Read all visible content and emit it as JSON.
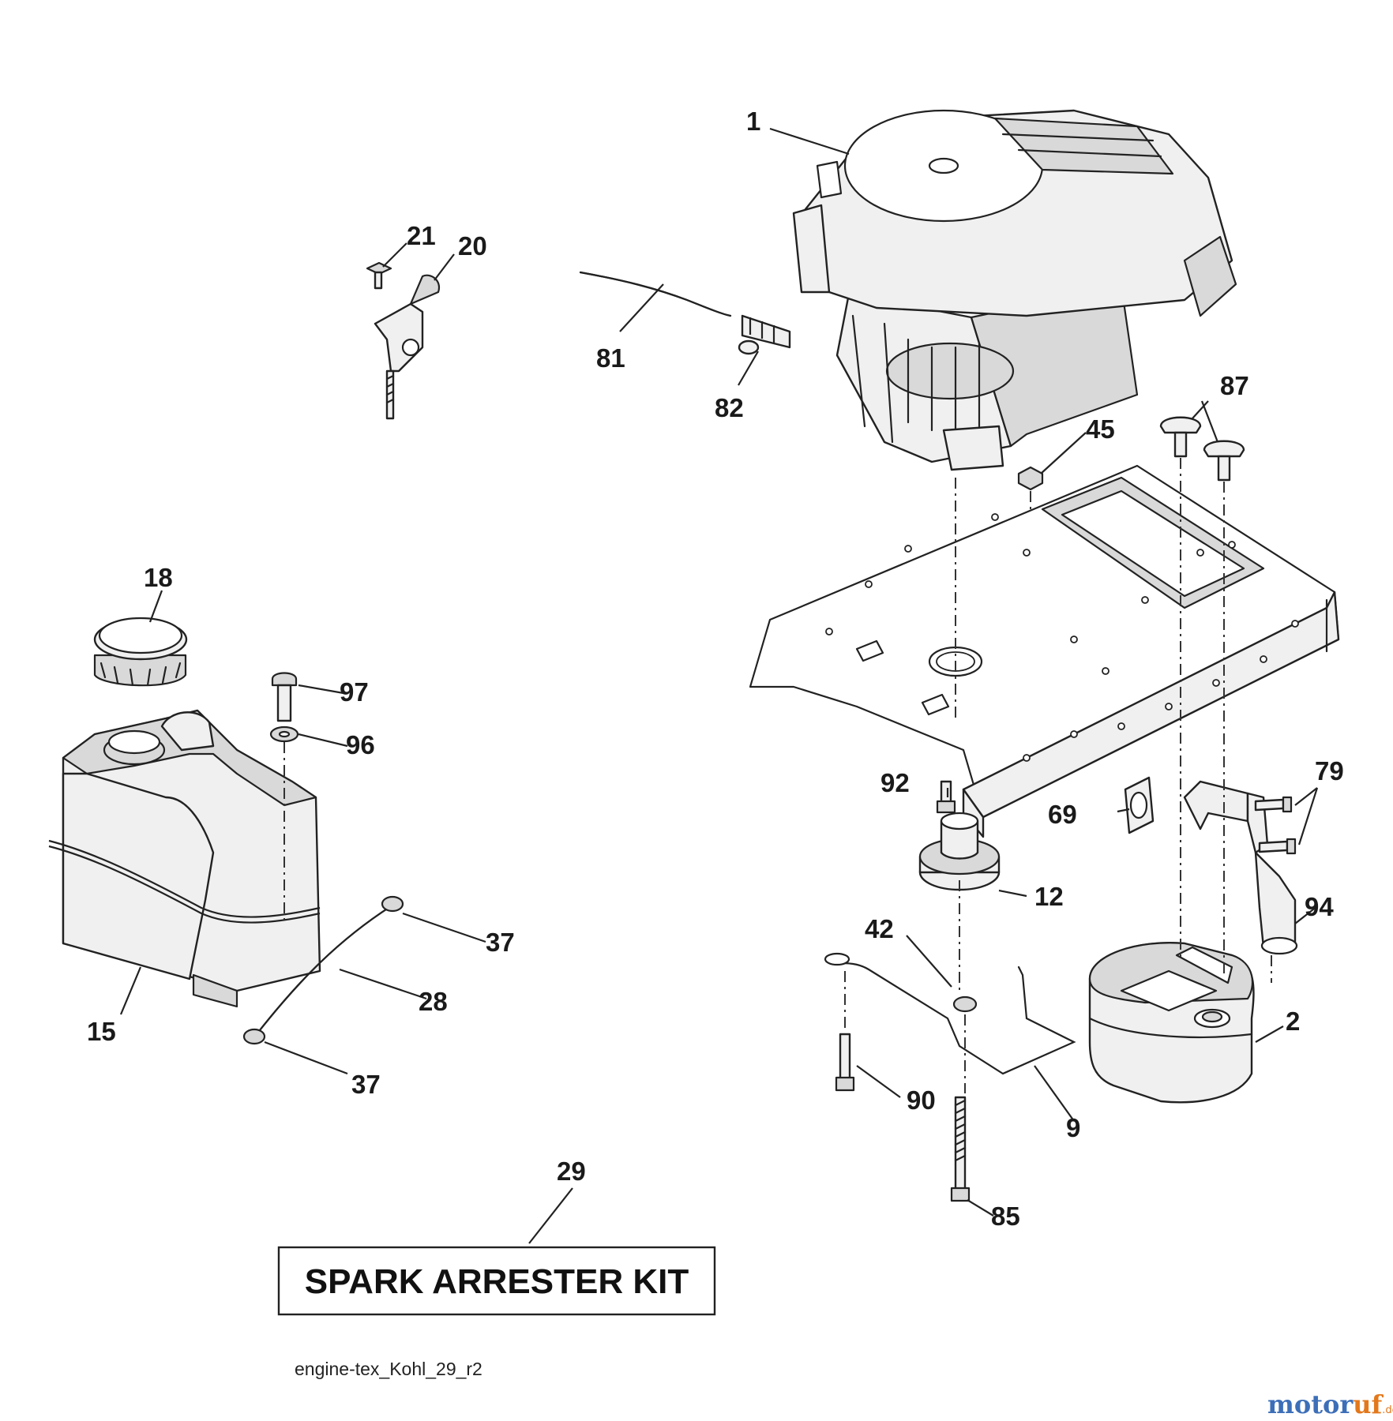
{
  "callouts": {
    "c1": "1",
    "c2": "2",
    "c9": "9",
    "c12": "12",
    "c15": "15",
    "c18": "18",
    "c20": "20",
    "c21": "21",
    "c28": "28",
    "c29": "29",
    "c37a": "37",
    "c37b": "37",
    "c42": "42",
    "c45": "45",
    "c69": "69",
    "c79": "79",
    "c81": "81",
    "c82": "82",
    "c85": "85",
    "c87": "87",
    "c90": "90",
    "c92": "92",
    "c94": "94",
    "c96": "96",
    "c97": "97"
  },
  "kit_label": "SPARK ARRESTER KIT",
  "drawing_ref": "engine-tex_Kohl_29_r2",
  "watermark": {
    "main": "motor",
    "accent": "uf",
    "suffix": ".de"
  },
  "icons": [
    "engine-icon",
    "fuel-tank-icon",
    "muffler-icon",
    "chassis-frame-icon"
  ]
}
